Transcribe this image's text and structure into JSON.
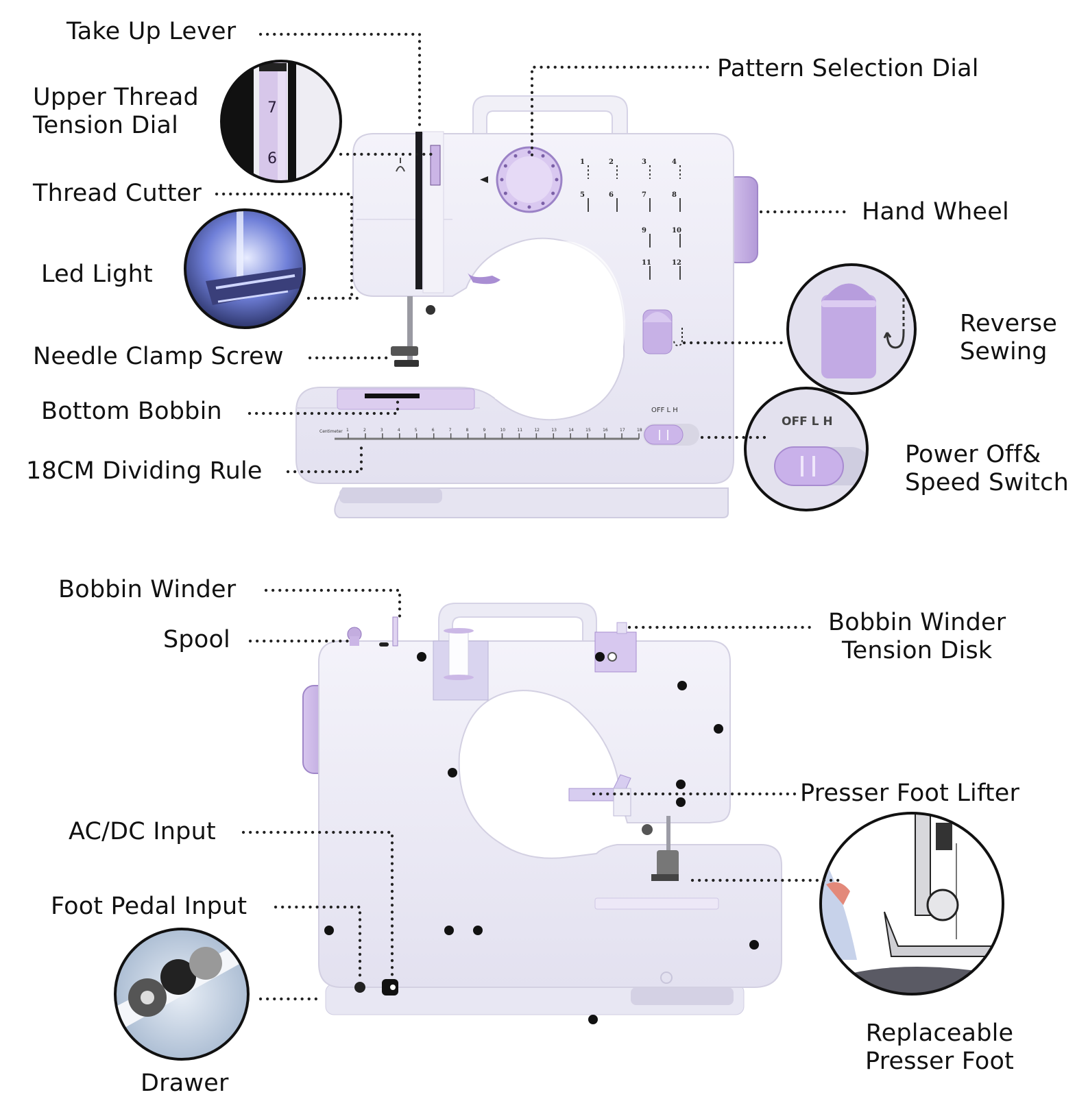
{
  "diagram": {
    "title": "Sewing machine parts diagram",
    "colors": {
      "body": "#eceaf6",
      "accent_lavender": "#c9b3e6",
      "accent_dark": "#a88bd0",
      "text": "#111111",
      "leader_line": "#222222"
    },
    "front_view": {
      "labels": {
        "take_up_lever": "Take Up Lever",
        "upper_thread_tension_dial": [
          "Upper Thread",
          "Tension Dial"
        ],
        "thread_cutter": "Thread Cutter",
        "led_light": "Led Light",
        "needle_clamp_screw": "Needle Clamp Screw",
        "bottom_bobbin": "Bottom Bobbin",
        "dividing_rule": "18CM Dividing Rule",
        "pattern_selection_dial": "Pattern Selection Dial",
        "hand_wheel": "Hand Wheel",
        "reverse_sewing": [
          "Reverse",
          "Sewing"
        ],
        "power_speed_switch": [
          "Power Off&",
          "Speed Switch"
        ]
      },
      "tension_dial_numbers": [
        "7",
        "6"
      ],
      "stitch_patterns": [
        "1",
        "2",
        "3",
        "4",
        "5",
        "6",
        "7",
        "8",
        "9",
        "10",
        "11",
        "12"
      ],
      "switch_positions": [
        "OFF",
        "L",
        "H"
      ],
      "ruler": {
        "unit_label": "Centimeter",
        "ticks": [
          "1",
          "2",
          "3",
          "4",
          "5",
          "6",
          "7",
          "8",
          "9",
          "10",
          "11",
          "12",
          "13",
          "14",
          "15",
          "16",
          "17",
          "18"
        ]
      }
    },
    "back_view": {
      "labels": {
        "bobbin_winder": "Bobbin Winder",
        "spool": "Spool",
        "bobbin_winder_tension_disk": [
          "Bobbin Winder",
          "Tension Disk"
        ],
        "presser_foot_lifter": "Presser Foot Lifter",
        "ac_dc_input": "AC/DC Input",
        "foot_pedal_input": "Foot Pedal Input",
        "drawer": "Drawer",
        "replaceable_presser_foot": [
          "Replaceable",
          "Presser Foot"
        ]
      }
    }
  }
}
